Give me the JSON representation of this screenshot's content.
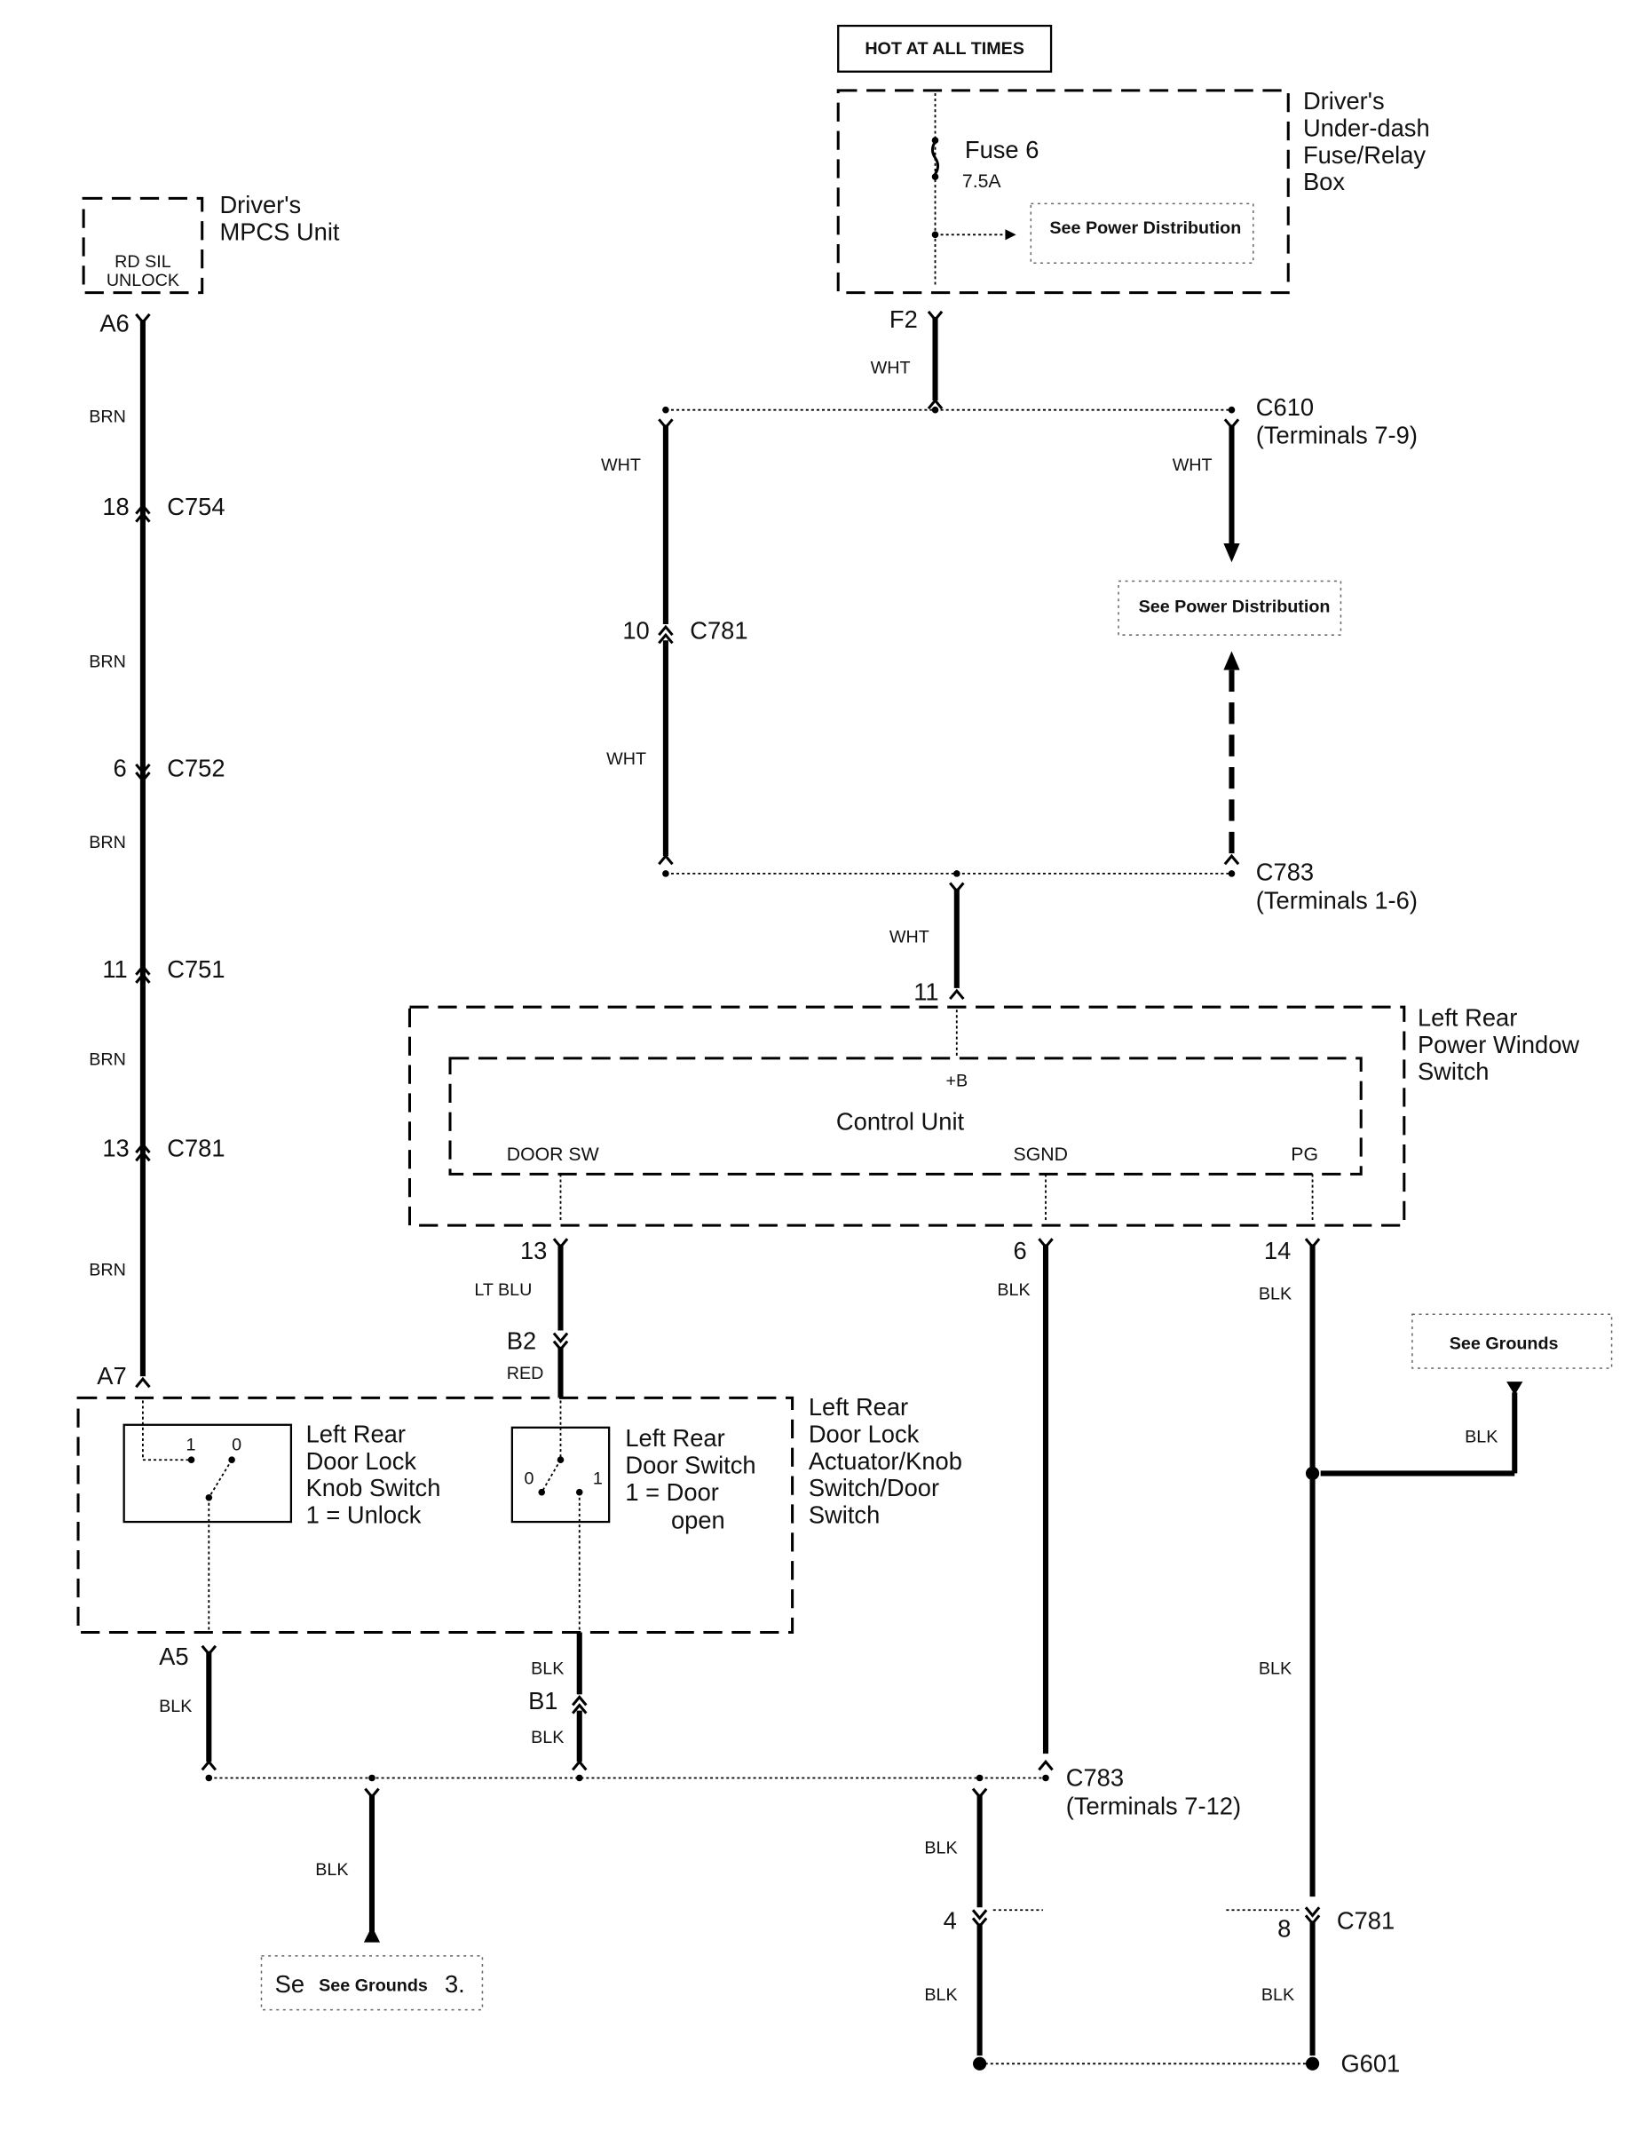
{
  "header": {
    "hot_label": "HOT AT ALL TIMES"
  },
  "fuse_box": {
    "name": [
      "Driver's",
      "Under-dash",
      "Fuse/Relay",
      "Box"
    ],
    "fuse_name": "Fuse 6",
    "fuse_rating": "7.5A",
    "ref_label": "See Power Distribution",
    "pin": "F2"
  },
  "mpcs": {
    "name": [
      "Driver's",
      "MPCS Unit"
    ],
    "terminal": [
      "RD SIL",
      "UNLOCK"
    ],
    "pin_top": "A6",
    "pin_bottom": "A7"
  },
  "left_harness": {
    "wire_color": "BRN",
    "connectors": [
      {
        "pin": "18",
        "name": "C754"
      },
      {
        "pin": "6",
        "name": "C752"
      },
      {
        "pin": "11",
        "name": "C751"
      },
      {
        "pin": "13",
        "name": "C781"
      }
    ]
  },
  "power_branch": {
    "wire_color": "WHT",
    "c610": [
      "C610",
      "(Terminals 7-9)"
    ],
    "c781": {
      "pin": "10",
      "name": "C781"
    },
    "ref_label": "See Power Distribution",
    "c783": [
      "C783",
      "(Terminals 1-6)"
    ],
    "switch_pin": "11"
  },
  "window_switch": {
    "name": [
      "Left Rear",
      "Power Window",
      "Switch"
    ],
    "control_unit": "Control Unit",
    "terminal_b": "+B",
    "terminal_door": "DOOR SW",
    "terminal_sgnd": "SGND",
    "terminal_pg": "PG",
    "pins": {
      "door": "13",
      "sgnd": "6",
      "pg": "14"
    }
  },
  "door_wires": {
    "lt_blu": "LT BLU",
    "b2": "B2",
    "red": "RED",
    "blk": "BLK",
    "b1": "B1",
    "a5": "A5"
  },
  "actuator": {
    "name": [
      "Left Rear",
      "Door Lock",
      "Actuator/Knob",
      "Switch/Door",
      "Switch"
    ],
    "knob_switch": [
      "Left Rear",
      "Door Lock",
      "Knob Switch",
      "1 = Unlock"
    ],
    "door_switch": [
      "Left Rear",
      "Door Switch",
      "1 = Door",
      "open"
    ],
    "pos_1": "1",
    "pos_0": "0"
  },
  "grounds": {
    "ref_right": "See Grounds",
    "ref_bottom": "See Grounds",
    "ref_bottom_fragments": [
      "Se",
      "3."
    ],
    "c783_bottom": [
      "C783",
      "(Terminals 7-12)"
    ],
    "pin_4": "4",
    "pin_8": "8",
    "c781": "C781",
    "g601": "G601"
  }
}
